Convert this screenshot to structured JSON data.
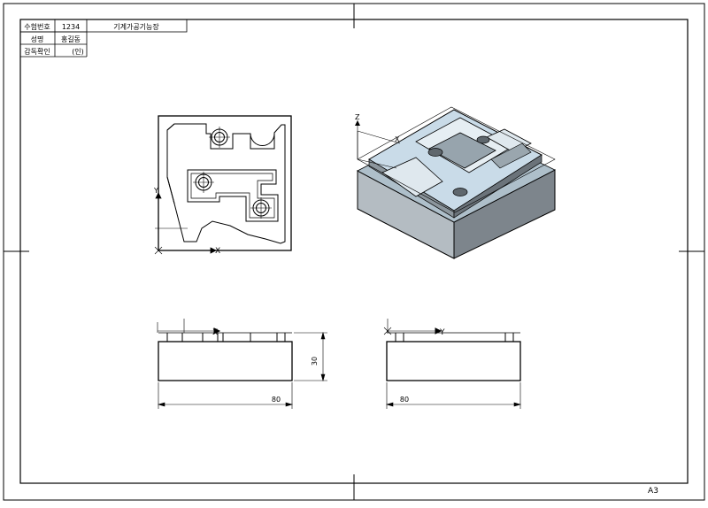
{
  "title_block": {
    "exam_no_label": "수험번호",
    "exam_no_value": "1234",
    "title": "기계가공기능장",
    "name_label": "성명",
    "name_value": "홍길동",
    "supervisor_label": "감독확인",
    "supervisor_value": "(인)"
  },
  "sheet_size": "A3",
  "axes": {
    "x": "X",
    "y": "Y",
    "z": "Z"
  },
  "dims": {
    "width": "80",
    "height": "30",
    "depth": "80"
  },
  "colors": {
    "part_top": "#c9dbe8",
    "part_side": "#7d858c",
    "part_side_light": "#b4bcc2",
    "line": "#000000"
  }
}
